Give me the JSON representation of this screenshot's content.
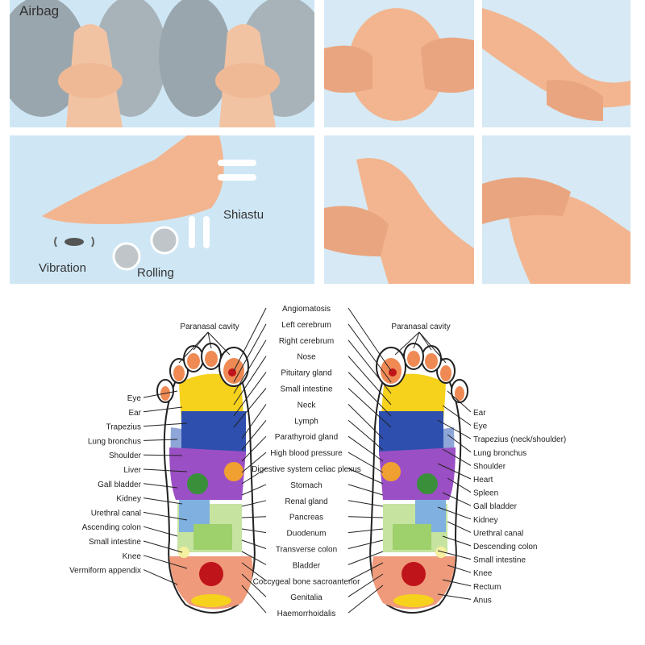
{
  "panels": {
    "airbag": "Airbag",
    "shiatsu": "Shiastu",
    "vibration": "Vibration",
    "rolling": "Rolling"
  },
  "colors": {
    "panel_bg": "#cfe7f5",
    "skin": "#f2b58f",
    "skin_dark": "#d98f67",
    "airbag": "#9aa6ad",
    "leader": "#222222"
  },
  "chart": {
    "center_labels": [
      "Angiomatosis",
      "Left cerebrum",
      "Right cerebrum",
      "Nose",
      "Pituitary gland",
      "Small intestine",
      "Neck",
      "Lymph",
      "Parathyroid gland",
      "High blood pressure",
      "Digestive system celiac plexus",
      "Stomach",
      "Renal gland",
      "Pancreas",
      "Duodenum",
      "Transverse colon",
      "Bladder",
      "Coccygeal bone sacroanterior",
      "Genitalia",
      "Haemorrhoidalis"
    ],
    "left_top_label": "Paranasal cavity",
    "right_top_label": "Paranasal cavity",
    "left_labels": [
      "Eye",
      "Ear",
      "Trapezius",
      "Lung bronchus",
      "Shoulder",
      "Liver",
      "Gall bladder",
      "Kidney",
      "Urethral canal",
      "Ascending colon",
      "Small intestine",
      "Knee",
      "Vermiform appendix"
    ],
    "right_labels": [
      "Ear",
      "Eye",
      "Trapezius (neck/shoulder)",
      "Lung bronchus",
      "Shoulder",
      "Heart",
      "Spleen",
      "Gall bladder",
      "Kidney",
      "Urethral canal",
      "Descending colon",
      "Small intestine",
      "Knee",
      "Rectum",
      "Anus"
    ]
  }
}
